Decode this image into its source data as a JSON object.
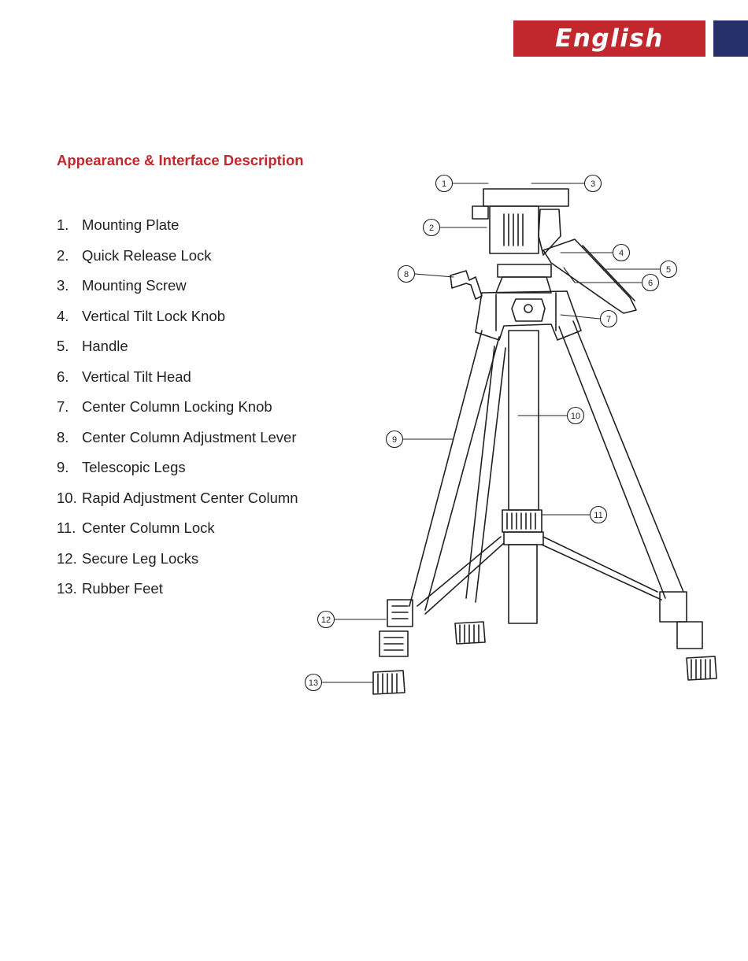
{
  "header": {
    "language_label": "English",
    "accent_color": "#c1272d",
    "tab_color": "#27306b"
  },
  "section": {
    "title": "Appearance & Interface Description"
  },
  "parts": [
    {
      "number": "1.",
      "label": "Mounting  Plate"
    },
    {
      "number": "2.",
      "label": "Quick Release Lock"
    },
    {
      "number": "3.",
      "label": "Mounting Screw"
    },
    {
      "number": "4.",
      "label": "Vertical Tilt Lock Knob"
    },
    {
      "number": "5.",
      "label": "Handle"
    },
    {
      "number": "6.",
      "label": "Vertical Tilt Head"
    },
    {
      "number": "7.",
      "label": "Center Column Locking Knob"
    },
    {
      "number": "8.",
      "label": "Center Column Adjustment Lever"
    },
    {
      "number": "9.",
      "label": "Telescopic Legs"
    },
    {
      "number": "10.",
      "label": "Rapid Adjustment Center Column"
    },
    {
      "number": "11.",
      "label": "Center Column Lock"
    },
    {
      "number": "12.",
      "label": "Secure Leg Locks"
    },
    {
      "number": "13.",
      "label": "Rubber Feet"
    }
  ],
  "callouts": [
    "1",
    "2",
    "3",
    "4",
    "5",
    "6",
    "7",
    "8",
    "9",
    "10",
    "11",
    "12",
    "13"
  ]
}
